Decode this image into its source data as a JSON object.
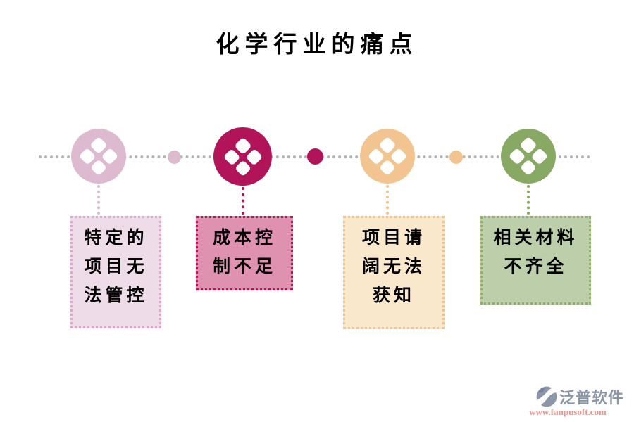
{
  "title": "化学行业的痛点",
  "timeline": {
    "line_color": "#b5b5b5",
    "items": [
      {
        "text": "特定的项目无法管控",
        "lines": [
          "特定的",
          "项目无",
          "法管控"
        ],
        "circle_color": "#ddbacf",
        "box_bg": "#eedce9",
        "box_border": "#d9a9c9",
        "icon": "diamonds-icon"
      },
      {
        "text": "成本控制不足",
        "lines": [
          "成本控",
          "制不足"
        ],
        "circle_color": "#b11458",
        "box_bg": "#df92b0",
        "box_border": "#b11458",
        "icon": "diamonds-icon"
      },
      {
        "text": "项目请阔无法获知",
        "lines": [
          "项目请",
          "阔无法",
          "获知"
        ],
        "circle_color": "#f2c48f",
        "box_bg": "#f9e8cc",
        "box_border": "#f0c18c",
        "icon": "diamonds-icon"
      },
      {
        "text": "相关材料不齐全",
        "lines": [
          "相关材料",
          "不齐全"
        ],
        "circle_color": "#88a963",
        "box_bg": "#bdcfaa",
        "box_border": "#8fae6d",
        "icon": "diamonds-icon"
      }
    ],
    "separators": [
      {
        "color": "#ddbacf"
      },
      {
        "color": "#b11458"
      },
      {
        "color": "#f2c48f"
      }
    ]
  },
  "footer": {
    "brand": "泛普软件",
    "website": "www.fanpusoft.com",
    "brand_color": "#8b96a8",
    "website_color": "#e8968c"
  }
}
